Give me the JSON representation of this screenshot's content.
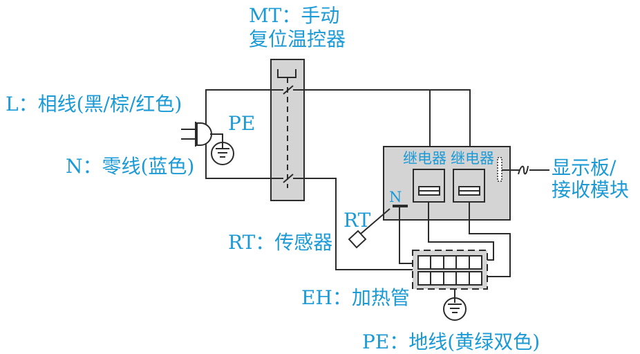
{
  "colors": {
    "label": "#1b9ad6",
    "wire": "#2b2b2b",
    "component_fill": "#d4d4d4"
  },
  "labels": {
    "mt_line1": "MT：手动",
    "mt_line2": "复位温控器",
    "live": "L：相线(黑/棕/红色)",
    "plug_ground": "PE",
    "neutral": "N：零线(蓝色)",
    "relay_1": "继电器",
    "relay_2": "继电器",
    "neutral_terminal": "N",
    "display_line1": "显示板/",
    "display_line2": "接收模块",
    "sensor_probe": "RT",
    "sensor": "RT：传感器",
    "heater": "EH：加热管",
    "ground_wire": "PE：地线(黄绿双色)"
  }
}
